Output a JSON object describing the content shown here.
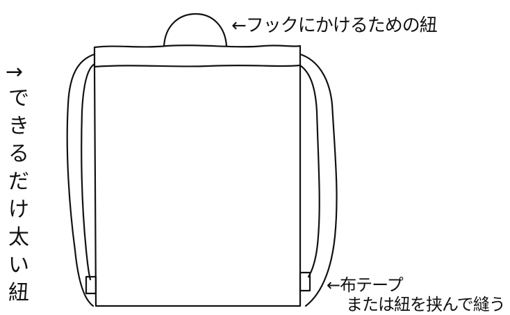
{
  "labels": {
    "hook": "←フックにかけるための紐",
    "strap_arrow": "→",
    "strap": "できるだけ太い紐",
    "tape_line1": "←布テープ",
    "tape_line2": "または紐を挟んで縫う"
  },
  "colors": {
    "ink": "#111111",
    "background": "#ffffff"
  }
}
